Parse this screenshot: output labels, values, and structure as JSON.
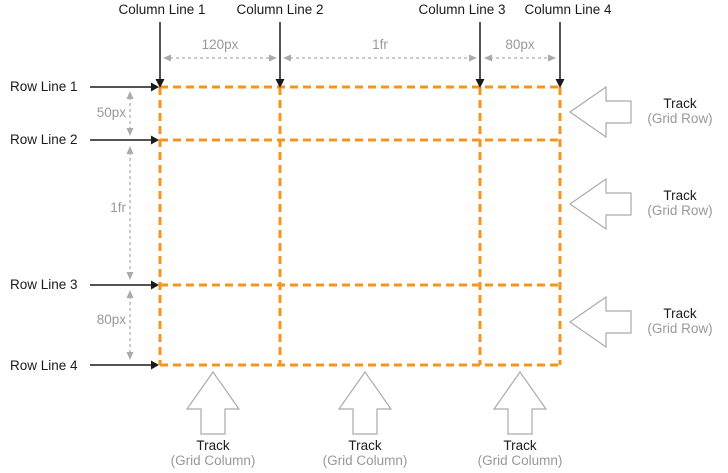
{
  "colors": {
    "grid_line": "#F7941E",
    "label_text": "#1a1a1a",
    "muted_text": "#999999",
    "dimension_line": "#ababab",
    "track_arrow_outline": "#ababab",
    "background": "#ffffff"
  },
  "column_lines": [
    {
      "label": "Column Line 1"
    },
    {
      "label": "Column Line 2"
    },
    {
      "label": "Column Line 3"
    },
    {
      "label": "Column Line 4"
    }
  ],
  "column_track_sizes": [
    {
      "size": "120px"
    },
    {
      "size": "1fr"
    },
    {
      "size": "80px"
    }
  ],
  "row_lines": [
    {
      "label": "Row Line 1"
    },
    {
      "label": "Row Line 2"
    },
    {
      "label": "Row Line 3"
    },
    {
      "label": "Row Line 4"
    }
  ],
  "row_track_sizes": [
    {
      "size": "50px"
    },
    {
      "size": "1fr"
    },
    {
      "size": "80px"
    }
  ],
  "row_tracks": [
    {
      "title": "Track",
      "subtitle": "(Grid Row)"
    },
    {
      "title": "Track",
      "subtitle": "(Grid Row)"
    },
    {
      "title": "Track",
      "subtitle": "(Grid Row)"
    }
  ],
  "column_tracks": [
    {
      "title": "Track",
      "subtitle": "(Grid Column)"
    },
    {
      "title": "Track",
      "subtitle": "(Grid Column)"
    },
    {
      "title": "Track",
      "subtitle": "(Grid Column)"
    }
  ]
}
